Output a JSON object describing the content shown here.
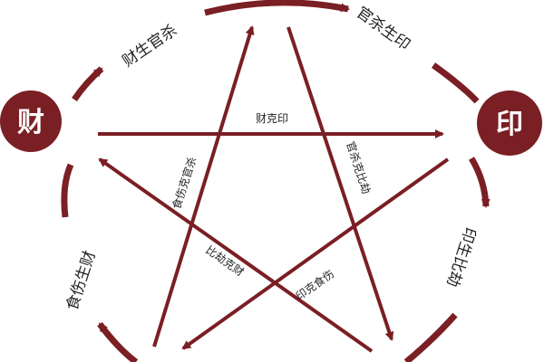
{
  "colors": {
    "accent": "#7a1f24",
    "text": "#222222",
    "background": "#ffffff"
  },
  "nodes": {
    "cai": "财",
    "yin": "印"
  },
  "cycle_labels": {
    "top_left": "财生官杀",
    "top_right": "官杀生印",
    "right_lower": "印生比劫",
    "left_lower": "食伤生财"
  },
  "star_labels": {
    "horizontal": "财克印",
    "left_diag": "食伤克官杀",
    "right_diag": "官杀克比劫",
    "bottom_left": "比劫克财",
    "bottom_right": "印克食伤"
  }
}
